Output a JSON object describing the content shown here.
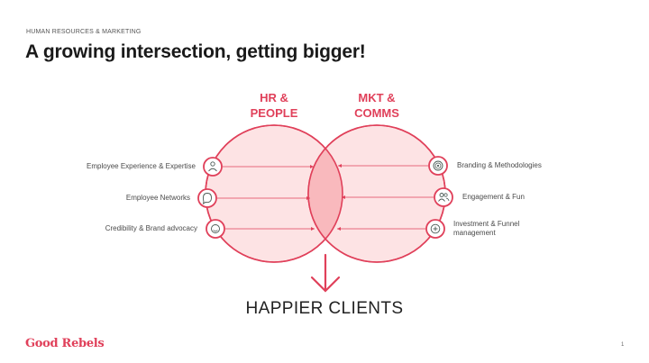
{
  "header": {
    "kicker": "HUMAN RESOURCES & MARKETING",
    "title": "A growing intersection, getting bigger!"
  },
  "diagram": {
    "left_circle": {
      "label_line1": "HR &",
      "label_line2": "PEOPLE",
      "items": [
        {
          "label": "Employee Experience & Expertise",
          "icon": "user-icon"
        },
        {
          "label": "Employee Networks",
          "icon": "chat-bubble-icon"
        },
        {
          "label": "Credibility & Brand advocacy",
          "icon": "smiley-icon"
        }
      ]
    },
    "right_circle": {
      "label_line1": "MKT &",
      "label_line2": "COMMS",
      "items": [
        {
          "label": "Branding & Methodologies",
          "icon": "target-icon"
        },
        {
          "label": "Engagement & Fun",
          "icon": "users-icon"
        },
        {
          "label_line1": "Investment & Funnel",
          "label_line2": "management",
          "icon": "plus-circle-icon"
        }
      ]
    },
    "result": "HAPPIER CLIENTS",
    "colors": {
      "accent": "#e0405a",
      "circle_fill": "#fde3e4",
      "overlap_fill": "#f9b9bd",
      "icon": "#4a5a55"
    }
  },
  "footer": {
    "logo": "Good Rebels",
    "page_number": "1"
  }
}
